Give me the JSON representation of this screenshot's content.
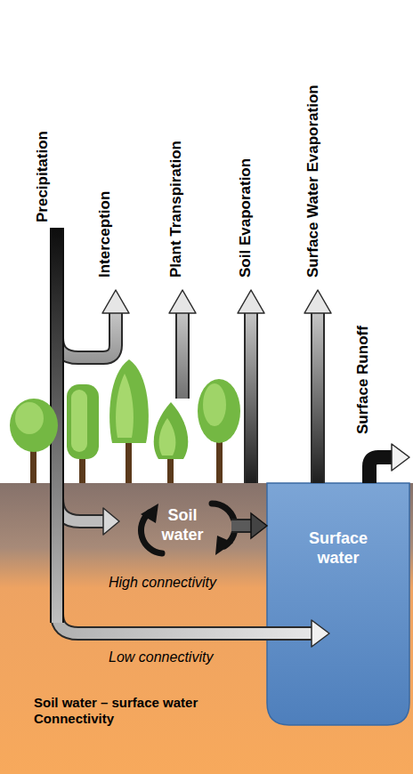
{
  "diagram": {
    "nodes": [
      {
        "text": [
          "Soil water – surface water Connectivity"
        ]
      },
      {
        "text": [
          "Soil water"
        ],
        "in": 0
      },
      {
        "text": [
          "Surface water"
        ],
        "in": 0
      }
    ],
    "edges": [
      {
        "from": 1,
        "to": 2,
        "arrow": "to"
      }
    ],
    "labels": [
      "Precipitation",
      "Interception",
      "Plant Transpiration",
      "Soil Evaporation",
      "Surface Water Evaporation",
      "Surface Runoff",
      "High connectivity",
      "Low connectivity"
    ]
  }
}
